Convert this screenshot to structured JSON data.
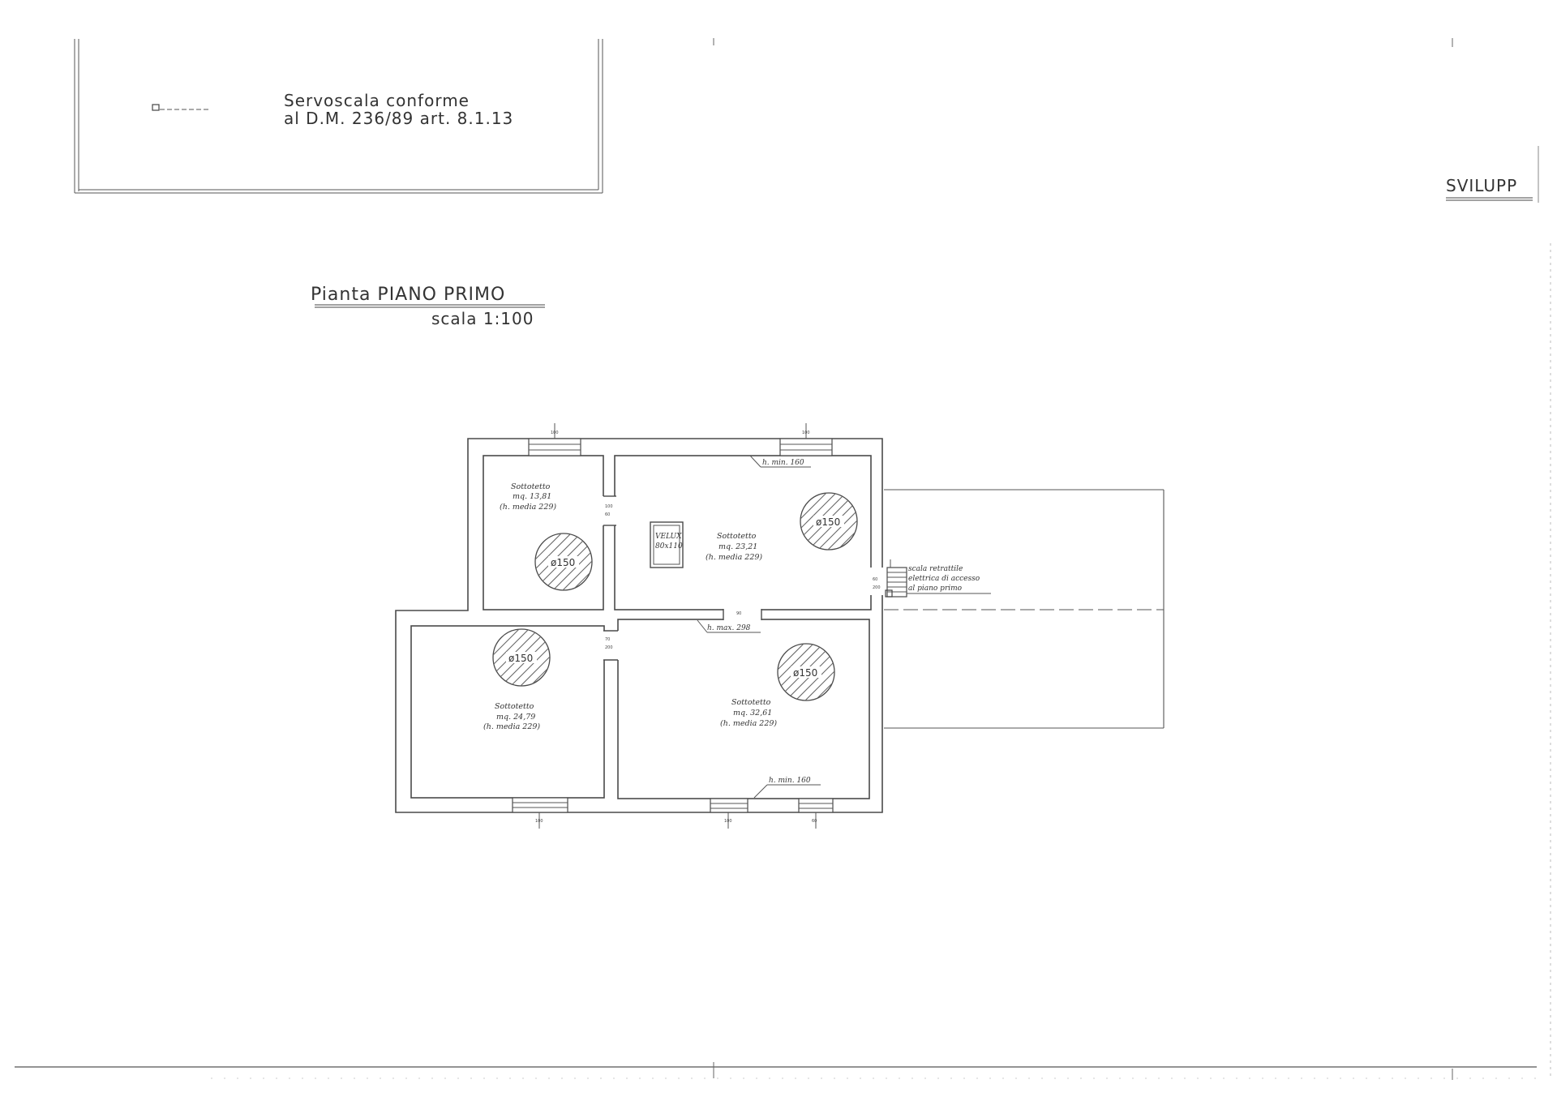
{
  "legend": {
    "servoscala_line1": "Servoscala conforme",
    "servoscala_line2": "al D.M. 236/89 art. 8.1.13"
  },
  "header": {
    "sviluppo_label": "SVILUPP"
  },
  "plan_title": {
    "title": "Pianta PIANO PRIMO",
    "scale": "scala 1:100"
  },
  "rooms": [
    {
      "name": "Sottotetto",
      "area": "mq. 13,81",
      "height": "(h. media 229)"
    },
    {
      "name": "Sottotetto",
      "area": "mq. 23,21",
      "height": "(h. media 229)"
    },
    {
      "name": "Sottotetto",
      "area": "mq. 24,79",
      "height": "(h. media 229)"
    },
    {
      "name": "Sottotetto",
      "area": "mq. 32,61",
      "height": "(h. media 229)"
    }
  ],
  "skylight_circles": [
    "ø150",
    "ø150",
    "ø150",
    "ø150"
  ],
  "velux": {
    "name": "VELUX",
    "size": "80x110"
  },
  "height_notes": {
    "top_min": "h. min. 160",
    "middle_max": "h. max. 298",
    "bottom_min": "h. min. 160"
  },
  "stair_note": {
    "line1": "scala retrattile",
    "line2": "elettrica di accesso",
    "line3": "al piano primo"
  },
  "colors": {
    "line": "#4a4a4a",
    "paper": "#ffffff"
  }
}
